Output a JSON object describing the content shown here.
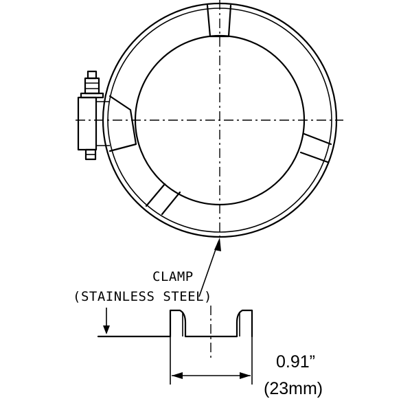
{
  "labels": {
    "clamp_line1": "CLAMP",
    "clamp_line2": "(STAINLESS STEEL)"
  },
  "dimension": {
    "inch": "0.91”",
    "metric": "(23mm)"
  },
  "colors": {
    "line": "#000000",
    "background": "#ffffff"
  }
}
